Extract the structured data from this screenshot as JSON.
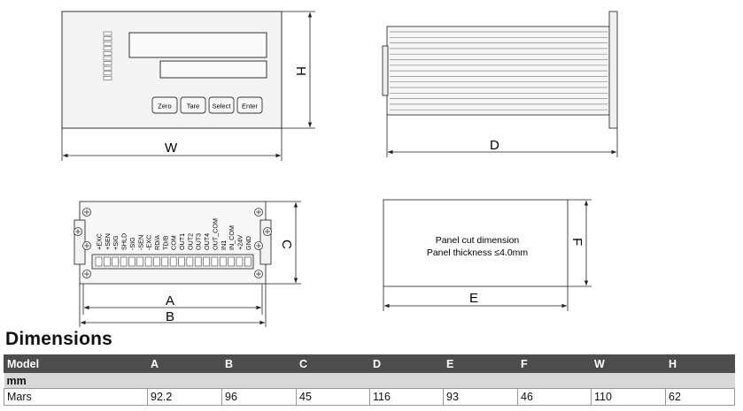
{
  "drawing": {
    "front_view": {
      "buttons": [
        "Zero",
        "Tare",
        "Select",
        "Enter"
      ],
      "width_label": "W",
      "height_label": "H"
    },
    "side_view": {
      "depth_label": "D"
    },
    "rear_view": {
      "terminals": [
        "+EXC",
        "+SEN",
        "+SIG",
        "SHLD",
        "-SIG",
        "-SEN",
        "-EXC",
        "RD/A",
        "TD/B",
        "COM",
        "OUT1",
        "OUT2",
        "OUT3",
        "OUT4",
        "OUT_COM",
        "IN1",
        "IN_COM",
        "+24V",
        "GND"
      ],
      "label_a": "A",
      "label_b": "B",
      "label_c": "C"
    },
    "cutout": {
      "line1": "Panel cut dimension",
      "line2": "Panel thickness ≤4.0mm",
      "label_e": "E",
      "label_f": "F"
    }
  },
  "section_title": "Dimensions",
  "table": {
    "headers": [
      "Model",
      "A",
      "B",
      "C",
      "D",
      "E",
      "F",
      "W",
      "H"
    ],
    "unit": "mm",
    "rows": [
      [
        "Mars",
        "92.2",
        "96",
        "45",
        "116",
        "93",
        "46",
        "110",
        "62"
      ]
    ]
  }
}
